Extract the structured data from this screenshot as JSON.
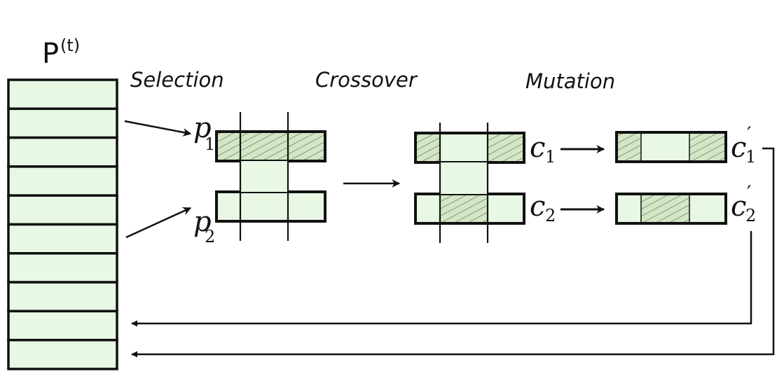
{
  "population": {
    "label": "P",
    "superscript": "(t)",
    "slot_count": 10
  },
  "stages": {
    "selection": "Selection",
    "crossover": "Crossover",
    "mutation": "Mutation"
  },
  "parents": [
    {
      "letter": "p",
      "subscript": "1"
    },
    {
      "letter": "p",
      "subscript": "2"
    }
  ],
  "children": [
    {
      "letter": "c",
      "subscript": "1"
    },
    {
      "letter": "c",
      "subscript": "2"
    }
  ],
  "mutated_children": [
    {
      "letter": "c",
      "prime": "′",
      "subscript": "1"
    },
    {
      "letter": "c",
      "prime": "′",
      "subscript": "2"
    }
  ],
  "colors": {
    "cell_fill": "#e8f8e4",
    "stroke": "#111111",
    "hatch_fill": "#d4e6c8",
    "hatch_line": "#6a8a5a"
  }
}
